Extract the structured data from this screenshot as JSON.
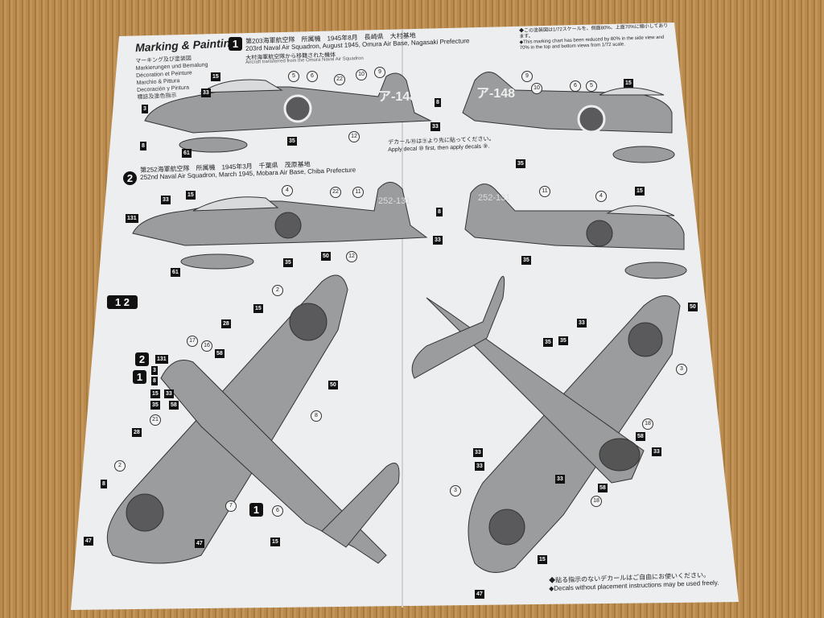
{
  "sheet": {
    "heading": "Marking & Painting",
    "heading_translations": [
      "マーキング及び塗装図",
      "Markierungen und Bemalung",
      "Décoration et Peinture",
      "Marchio & Pittura",
      "Decoración y Pintura",
      "標誌及塗色指示"
    ],
    "scale_note_jp": "◆この塗装図は1/72スケールを、側面80%、上面70%に縮小してあります。",
    "scale_note_en": "◆This marking chart has been reduced by 80% in the side view and 70% in the top and bottom views from 1/72 scale.",
    "version1": {
      "badge": "1",
      "title_jp": "第203海軍航空隊　所属機　1945年8月　長崎県　大村基地",
      "title_en": "203rd Naval Air Squadron, August 1945, Omura Air Base, Nagasaki Prefecture",
      "sub_jp": "大村海軍航空隊から移籍された機体",
      "sub_en": "Aircraft transferred from the Omura Naval Air Squadron",
      "tail_code": "ア-148"
    },
    "version2": {
      "badge": "2",
      "title_jp": "第252海軍航空隊　所属機　1945年3月　千葉県　茂原基地",
      "title_en": "252nd Naval Air Squadron, March 1945, Mobara Air Base, Chiba Prefecture",
      "tail_code": "252-131"
    },
    "decal_order_jp": "デカール⑩は⑨より先に貼ってください。",
    "decal_order_en": "Apply decal ⑩ first, then apply decals ⑨.",
    "free_note_jp": "◆貼る指示のないデカールはご自由にお使いください。",
    "free_note_en": "◆Decals without placement instructions may be used freely.",
    "topview_badge": "1 2",
    "callouts_circle": [
      "5",
      "6",
      "22",
      "10",
      "9",
      "12",
      "9",
      "10",
      "6",
      "5",
      "4",
      "22",
      "11",
      "12",
      "11",
      "4",
      "2",
      "16",
      "17",
      "21",
      "8",
      "7",
      "6",
      "2",
      "3",
      "18",
      "18",
      "3"
    ],
    "callouts_box": [
      "15",
      "33",
      "3",
      "8",
      "61",
      "35",
      "8",
      "33",
      "35",
      "15",
      "131",
      "33",
      "15",
      "35",
      "61",
      "8",
      "33",
      "35",
      "15",
      "50",
      "15",
      "28",
      "58",
      "131",
      "3",
      "8",
      "15",
      "35",
      "33",
      "58",
      "28",
      "8",
      "47",
      "47",
      "15",
      "50",
      "33",
      "35",
      "33",
      "58",
      "33",
      "58",
      "15",
      "47",
      "35",
      "50",
      "33",
      "33"
    ]
  },
  "colors": {
    "paper": "#eceef0",
    "aircraft": "#9a9c9e",
    "roundel": "#5a5a5c",
    "ink": "#111111",
    "tatami": "#b98a4e"
  }
}
